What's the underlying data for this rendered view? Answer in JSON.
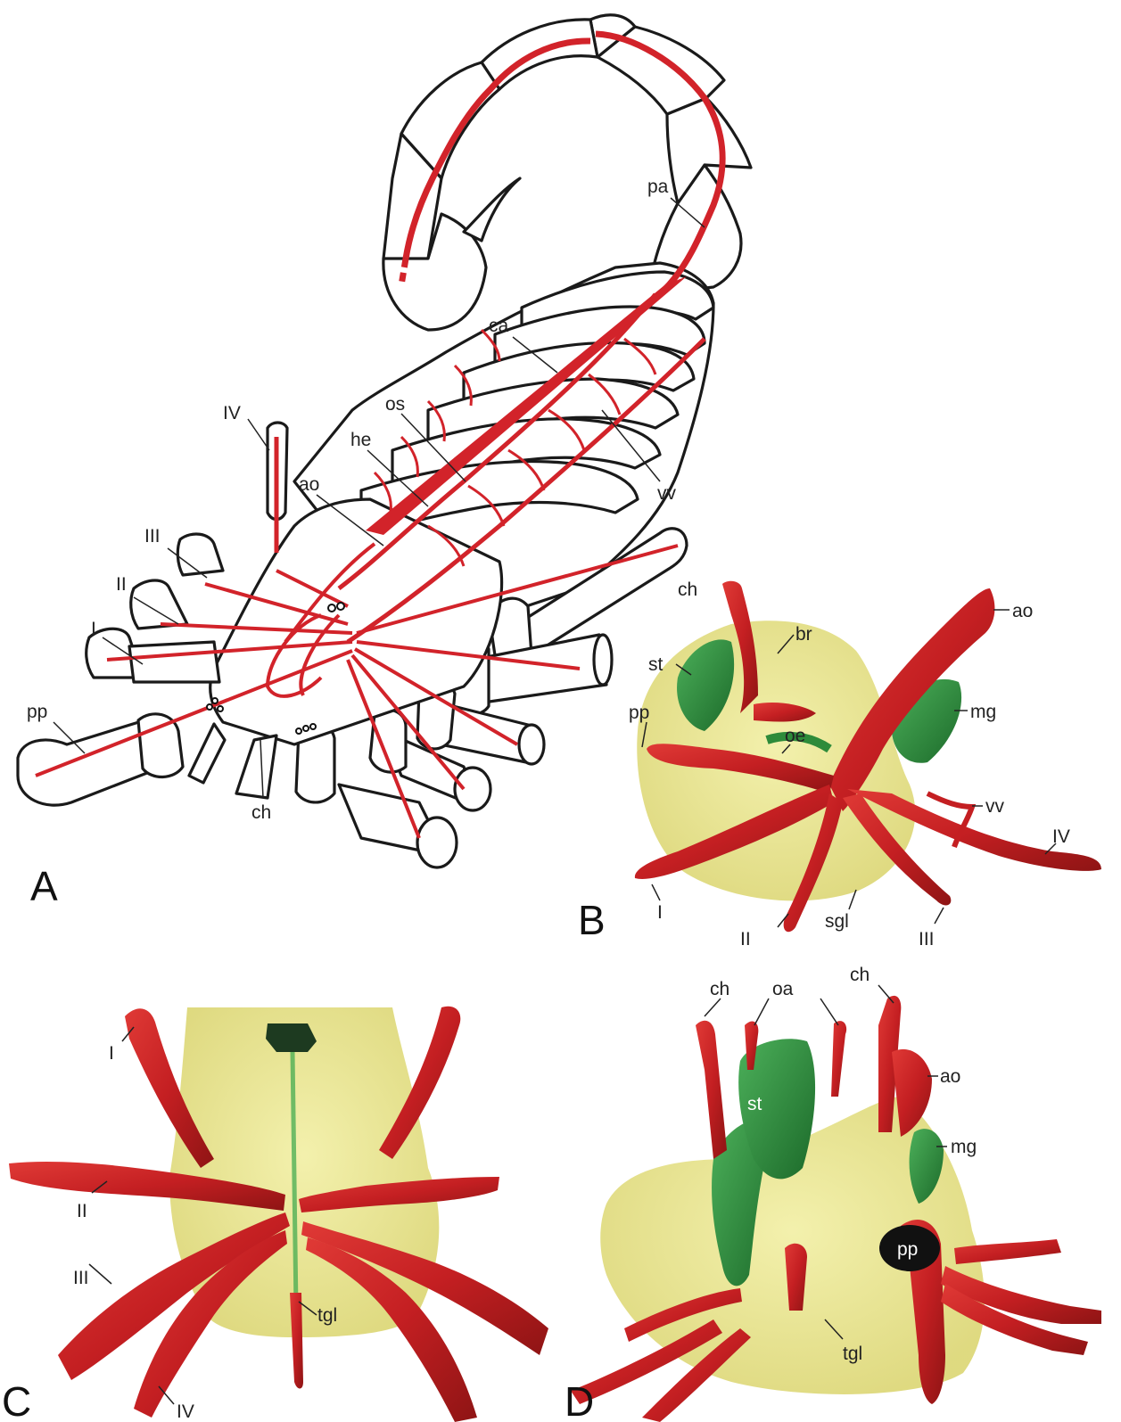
{
  "panels": [
    {
      "id": "A"
    },
    {
      "id": "B"
    },
    {
      "id": "C"
    },
    {
      "id": "D"
    }
  ],
  "labels": {
    "a": {
      "pa": "pa",
      "ca": "ca",
      "os": "os",
      "he": "he",
      "ao": "ao",
      "vv": "vv",
      "IV": "IV",
      "III": "III",
      "II": "II",
      "I": "I",
      "pp": "pp",
      "ch": "ch"
    },
    "b": {
      "ch": "ch",
      "ao": "ao",
      "br": "br",
      "st": "st",
      "pp": "pp",
      "oe": "oe",
      "mg": "mg",
      "vv": "vv",
      "IV": "IV",
      "I": "I",
      "II": "II",
      "sgl": "sgl",
      "III": "III"
    },
    "c": {
      "I": "I",
      "II": "II",
      "III": "III",
      "IV": "IV",
      "tgl": "tgl"
    },
    "d": {
      "ch1": "ch",
      "oa": "oa",
      "ch2": "ch",
      "ao": "ao",
      "st": "st",
      "mg": "mg",
      "pp": "pp",
      "tgl": "tgl"
    }
  },
  "colors": {
    "vessel": "#d2232a",
    "vessel_dark": "#a81c1c",
    "gut_green": "#2e8b3a",
    "ganglion_yellow": "#e9e48a",
    "outline": "#1a1a1a"
  }
}
